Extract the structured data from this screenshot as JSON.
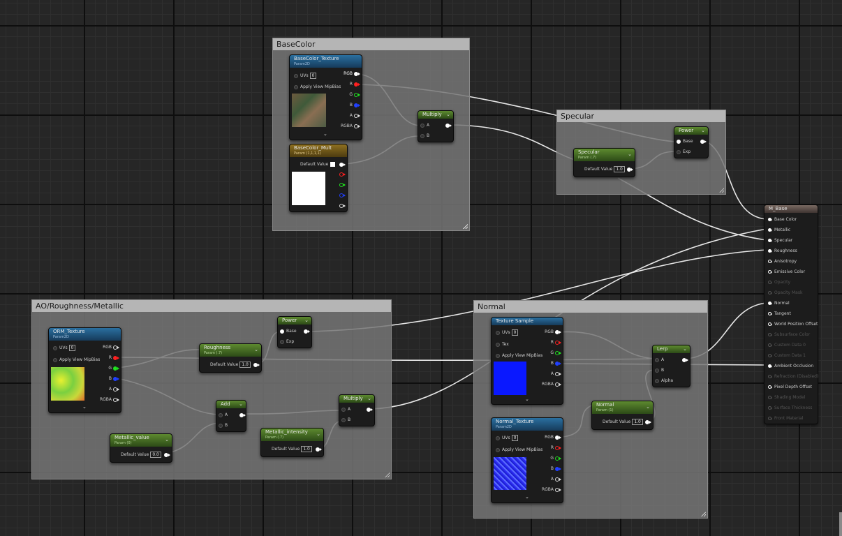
{
  "comments": {
    "basecolor": "BaseColor",
    "specular": "Specular",
    "aorm": "AO/Roughness/Metallic",
    "normal": "Normal"
  },
  "nodes": {
    "basecolor_texture": {
      "title": "BaseColor_Texture",
      "sub": "Param2D",
      "uvs_label": "UVs",
      "uvs_value": "0",
      "mip_label": "Apply View MipBias",
      "outputs": [
        "RGB",
        "R",
        "G",
        "B",
        "A",
        "RGBA"
      ]
    },
    "basecolor_mult": {
      "title": "BaseColor_Mult",
      "sub": "Param (1,1,1,1)",
      "default_label": "Default Value"
    },
    "multiply_top": {
      "title": "Multiply",
      "in_a": "A",
      "in_b": "B"
    },
    "specular_param": {
      "title": "Specular",
      "sub": "Param (.7)",
      "default_label": "Default Value",
      "value": "1.0"
    },
    "power_spec": {
      "title": "Power",
      "in_base": "Base",
      "in_exp": "Exp"
    },
    "orm_texture": {
      "title": "ORM_Texture",
      "sub": "Param2D",
      "uvs_label": "UVs",
      "uvs_value": "0",
      "mip_label": "Apply View MipBias",
      "outputs": [
        "RGB",
        "R",
        "G",
        "B",
        "A",
        "RGBA"
      ]
    },
    "power_rough": {
      "title": "Power",
      "in_base": "Base",
      "in_exp": "Exp"
    },
    "roughness_param": {
      "title": "Roughness",
      "sub": "Param (.7)",
      "default_label": "Default Value",
      "value": "1.0"
    },
    "add": {
      "title": "Add",
      "in_a": "A",
      "in_b": "B"
    },
    "metallic_value": {
      "title": "Metallic_value",
      "sub": "Param (0)",
      "default_label": "Default Value",
      "value": "0.0"
    },
    "metallic_intensity": {
      "title": "Metallic_intensity",
      "sub": "Param (.7)",
      "default_label": "Default Value",
      "value": "1.0"
    },
    "multiply_metal": {
      "title": "Multiply",
      "in_a": "A",
      "in_b": "B"
    },
    "texture_sample": {
      "title": "Texture Sample",
      "uvs_label": "UVs",
      "uvs_value": "0",
      "tex_label": "Tex",
      "mip_label": "Apply View MipBias",
      "outputs": [
        "RGB",
        "R",
        "G",
        "B",
        "A",
        "RGBA"
      ]
    },
    "normal_texture": {
      "title": "Normal_Texture",
      "sub": "Param2D",
      "uvs_label": "UVs",
      "uvs_value": "0",
      "mip_label": "Apply View MipBias",
      "outputs": [
        "RGB",
        "R",
        "G",
        "B",
        "A",
        "RGBA"
      ]
    },
    "normal_param": {
      "title": "Normal",
      "sub": "Param (1)",
      "default_label": "Default Value",
      "value": "1.0"
    },
    "lerp": {
      "title": "Lerp",
      "in_a": "A",
      "in_b": "B",
      "in_alpha": "Alpha"
    }
  },
  "material": {
    "title": "M_Base",
    "pins": [
      {
        "label": "Base Color",
        "state": "on"
      },
      {
        "label": "Metallic",
        "state": "on"
      },
      {
        "label": "Specular",
        "state": "on"
      },
      {
        "label": "Roughness",
        "state": "on"
      },
      {
        "label": "Anisotropy",
        "state": "hollow"
      },
      {
        "label": "Emissive Color",
        "state": "hollow"
      },
      {
        "label": "Opacity",
        "state": "off"
      },
      {
        "label": "Opacity Mask",
        "state": "off"
      },
      {
        "label": "Normal",
        "state": "on"
      },
      {
        "label": "Tangent",
        "state": "hollow"
      },
      {
        "label": "World Position Offset",
        "state": "hollow"
      },
      {
        "label": "Subsurface Color",
        "state": "off"
      },
      {
        "label": "Custom Data 0",
        "state": "off"
      },
      {
        "label": "Custom Data 1",
        "state": "off"
      },
      {
        "label": "Ambient Occlusion",
        "state": "on"
      },
      {
        "label": "Refraction (Disabled)",
        "state": "off"
      },
      {
        "label": "Pixel Depth Offset",
        "state": "hollow"
      },
      {
        "label": "Shading Model",
        "state": "off"
      },
      {
        "label": "Surface Thickness",
        "state": "off"
      },
      {
        "label": "Front Material",
        "state": "off"
      }
    ]
  },
  "colors": {
    "wire": "#e6e6e6",
    "pin_red": "#ff2020",
    "pin_green": "#20e020",
    "pin_blue": "#2040ff"
  }
}
